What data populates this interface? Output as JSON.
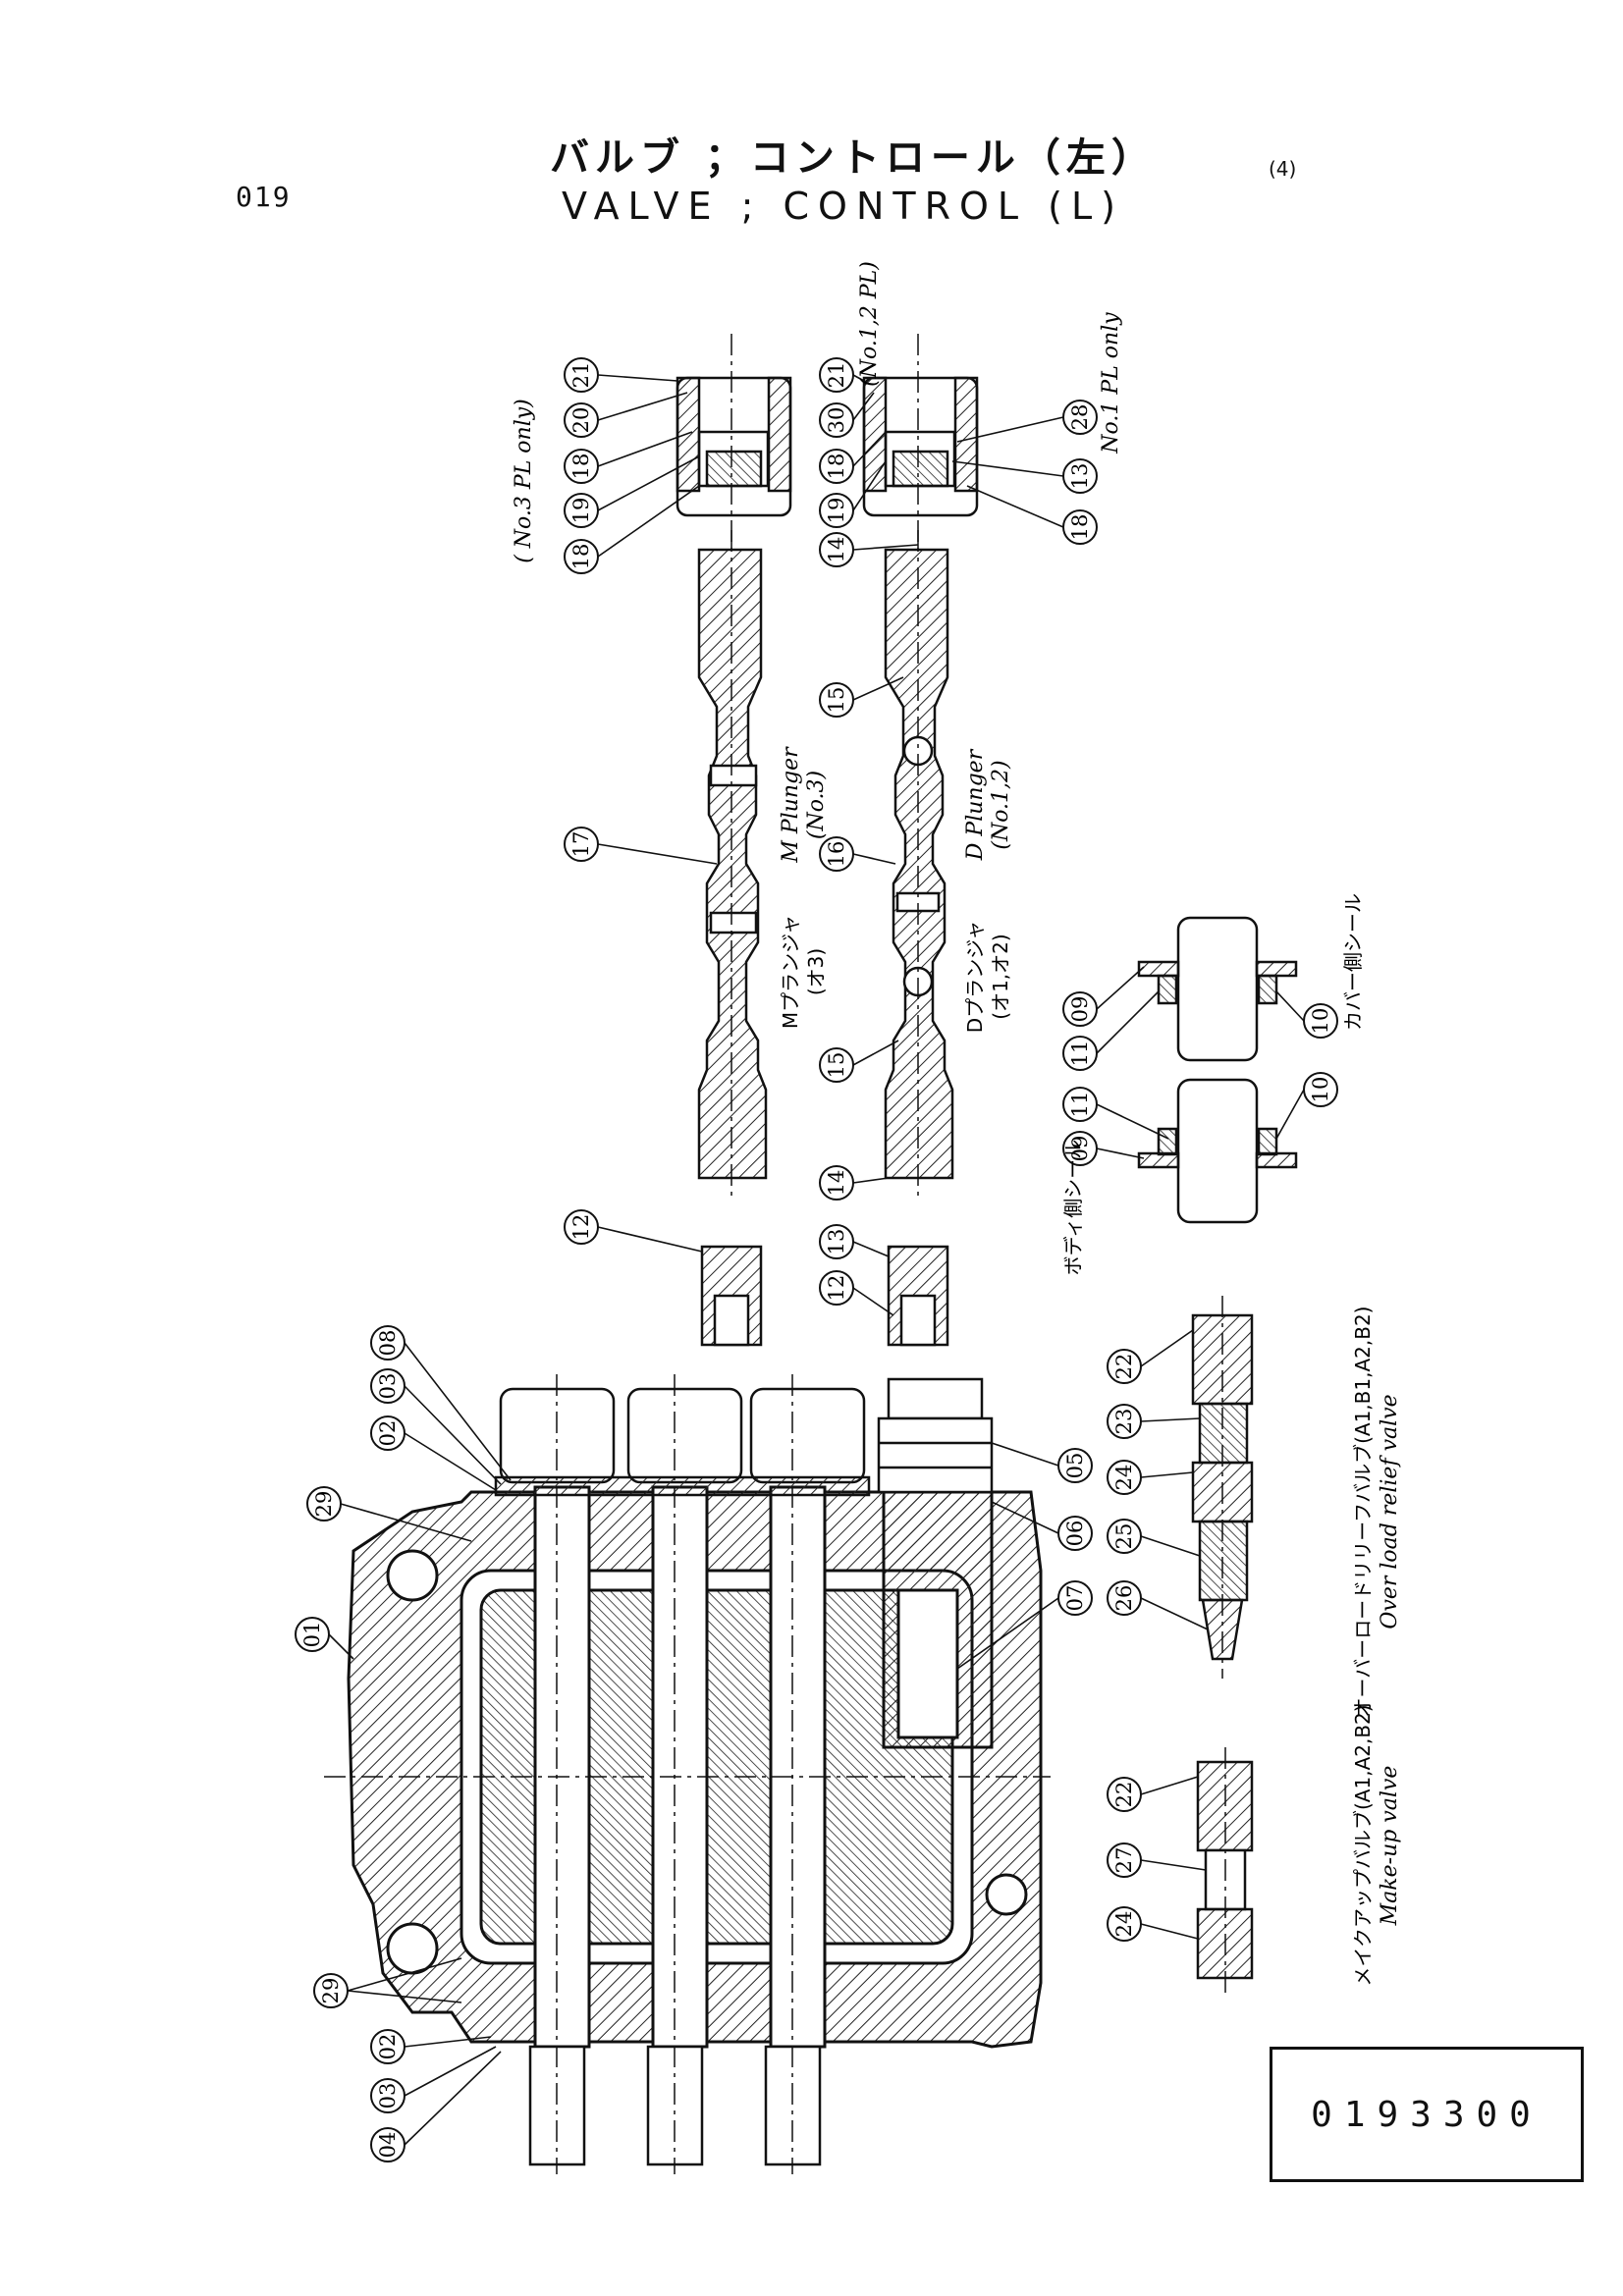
{
  "page_number": "019",
  "title_jp": "バルブ ；コントロール（左）",
  "title_en": "VALVE ; CONTROL (L)",
  "corner_mark": "(4)",
  "part_number": "0193300",
  "notes": {
    "pl3": "( No.3 PL only)",
    "pl12": "(No.1,2 PL)",
    "pl1": "No.1 PL only",
    "m_plunger_en": "M Plunger",
    "m_plunger_no": "(No.3)",
    "m_plunger_jp": "Mプランジャ",
    "m_plunger_jp_no": "(オ3)",
    "d_plunger_en": "D Plunger",
    "d_plunger_no": "(No.1,2)",
    "d_plunger_jp": "Dプランジャ",
    "d_plunger_jp_no": "(オ1,オ2)",
    "cover_seal": "カバー側シール",
    "body_seal": "ボディ側シール",
    "overload_jp": "オーバーロードリリーフバルブ(A1,B1,A2,B2)",
    "overload_en": "Over load relief valve",
    "makeup_jp": "メイクアップバルブ(A1,A2,B2)",
    "makeup_en": "Make-up valve"
  },
  "callouts": [
    "01",
    "02",
    "03",
    "04",
    "05",
    "06",
    "07",
    "08",
    "09",
    "10",
    "11",
    "12",
    "13",
    "14",
    "15",
    "16",
    "17",
    "18",
    "19",
    "20",
    "21",
    "22",
    "23",
    "24",
    "25",
    "26",
    "27",
    "28",
    "29",
    "30"
  ]
}
